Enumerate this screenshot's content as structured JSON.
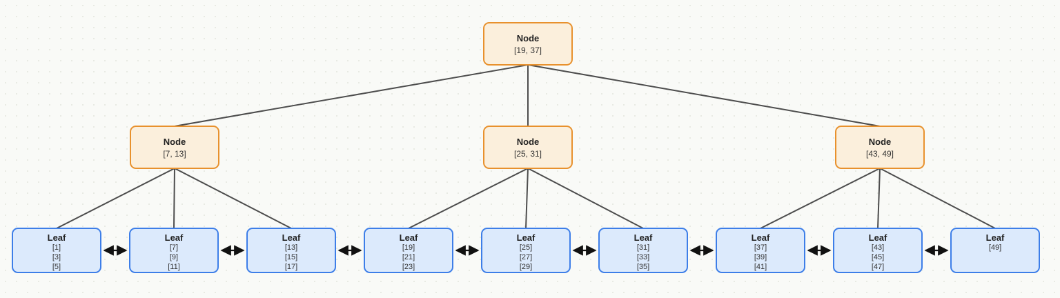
{
  "diagram": {
    "type": "b-plus-tree",
    "colors": {
      "internal_border": "#E8912D",
      "internal_fill": "#FBEFDC",
      "leaf_border": "#3D7EE8",
      "leaf_fill": "#DCEAFC",
      "edge": "#4D4D4D",
      "leaf_link_arrow": "#111111",
      "background": "#F9FAF7"
    },
    "root": {
      "title": "Node",
      "keys": "[19, 37]"
    },
    "internal_nodes": [
      {
        "title": "Node",
        "keys": "[7, 13]"
      },
      {
        "title": "Node",
        "keys": "[25, 31]"
      },
      {
        "title": "Node",
        "keys": "[43, 49]"
      }
    ],
    "leaf_nodes": [
      {
        "title": "Leaf",
        "values": [
          "[1]",
          "[3]",
          "[5]"
        ]
      },
      {
        "title": "Leaf",
        "values": [
          "[7]",
          "[9]",
          "[11]"
        ]
      },
      {
        "title": "Leaf",
        "values": [
          "[13]",
          "[15]",
          "[17]"
        ]
      },
      {
        "title": "Leaf",
        "values": [
          "[19]",
          "[21]",
          "[23]"
        ]
      },
      {
        "title": "Leaf",
        "values": [
          "[25]",
          "[27]",
          "[29]"
        ]
      },
      {
        "title": "Leaf",
        "values": [
          "[31]",
          "[33]",
          "[35]"
        ]
      },
      {
        "title": "Leaf",
        "values": [
          "[37]",
          "[39]",
          "[41]"
        ]
      },
      {
        "title": "Leaf",
        "values": [
          "[43]",
          "[45]",
          "[47]"
        ]
      },
      {
        "title": "Leaf",
        "values": [
          "[49]"
        ]
      }
    ]
  }
}
